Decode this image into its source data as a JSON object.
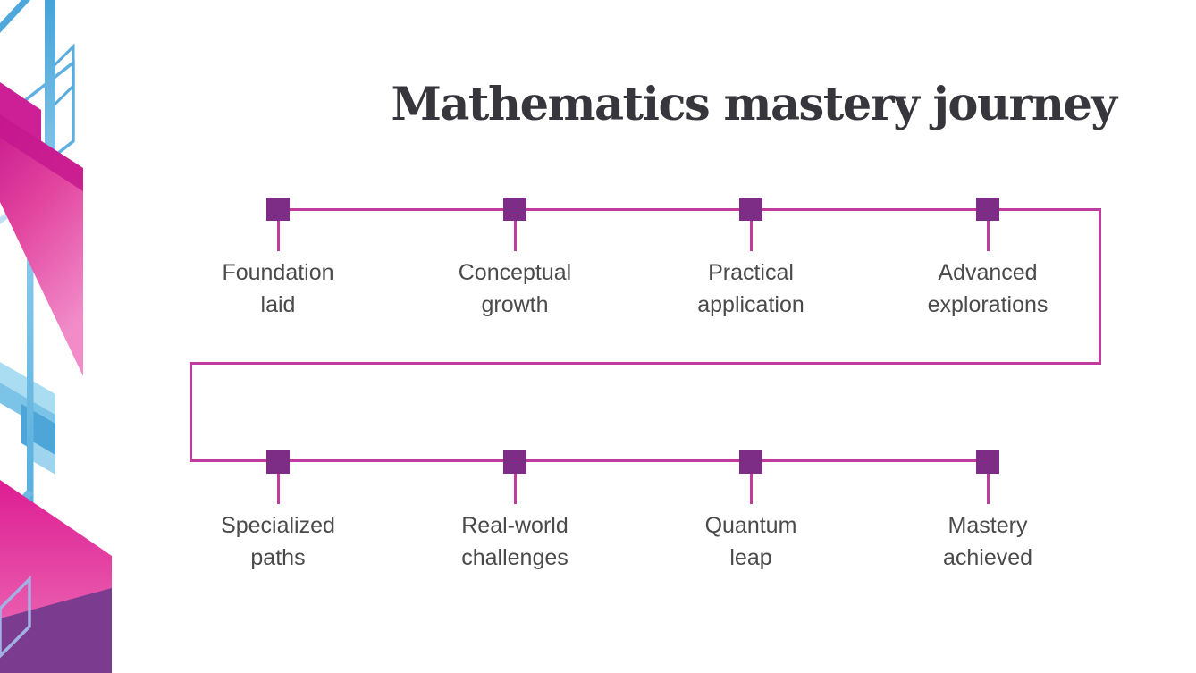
{
  "slide": {
    "title": "Mathematics mastery journey"
  },
  "timeline": {
    "marker_color": "#7e2d86",
    "line_color": "#c13a9e",
    "milestones": [
      {
        "label": "Foundation laid",
        "lines": [
          "Foundation",
          "laid"
        ]
      },
      {
        "label": "Conceptual growth",
        "lines": [
          "Conceptual",
          "growth"
        ]
      },
      {
        "label": "Practical application",
        "lines": [
          "Practical",
          "application"
        ]
      },
      {
        "label": "Advanced explorations",
        "lines": [
          "Advanced",
          "explorations"
        ]
      },
      {
        "label": "Specialized paths",
        "lines": [
          "Specialized",
          "paths"
        ]
      },
      {
        "label": "Real-world challenges",
        "lines": [
          "Real-world",
          "challenges"
        ]
      },
      {
        "label": "Quantum leap",
        "lines": [
          "Quantum",
          "leap"
        ]
      },
      {
        "label": "Mastery achieved",
        "lines": [
          "Mastery",
          "achieved"
        ]
      }
    ]
  },
  "colors": {
    "background": "#ffffff",
    "title_text": "#37363c",
    "label_text": "#4a4a4a",
    "marker_purple": "#7e2d86",
    "line_magenta": "#c13a9e",
    "decor_magenta": "#c9188e",
    "decor_pink_light": "#f18cc9",
    "decor_pink_bottom": "#dd1d92",
    "decor_purple_dark": "#7b3c90",
    "decor_blue": "#58ace0",
    "decor_blue_light": "#aadcf2",
    "decor_outline_violet": "#a3b0e3"
  }
}
